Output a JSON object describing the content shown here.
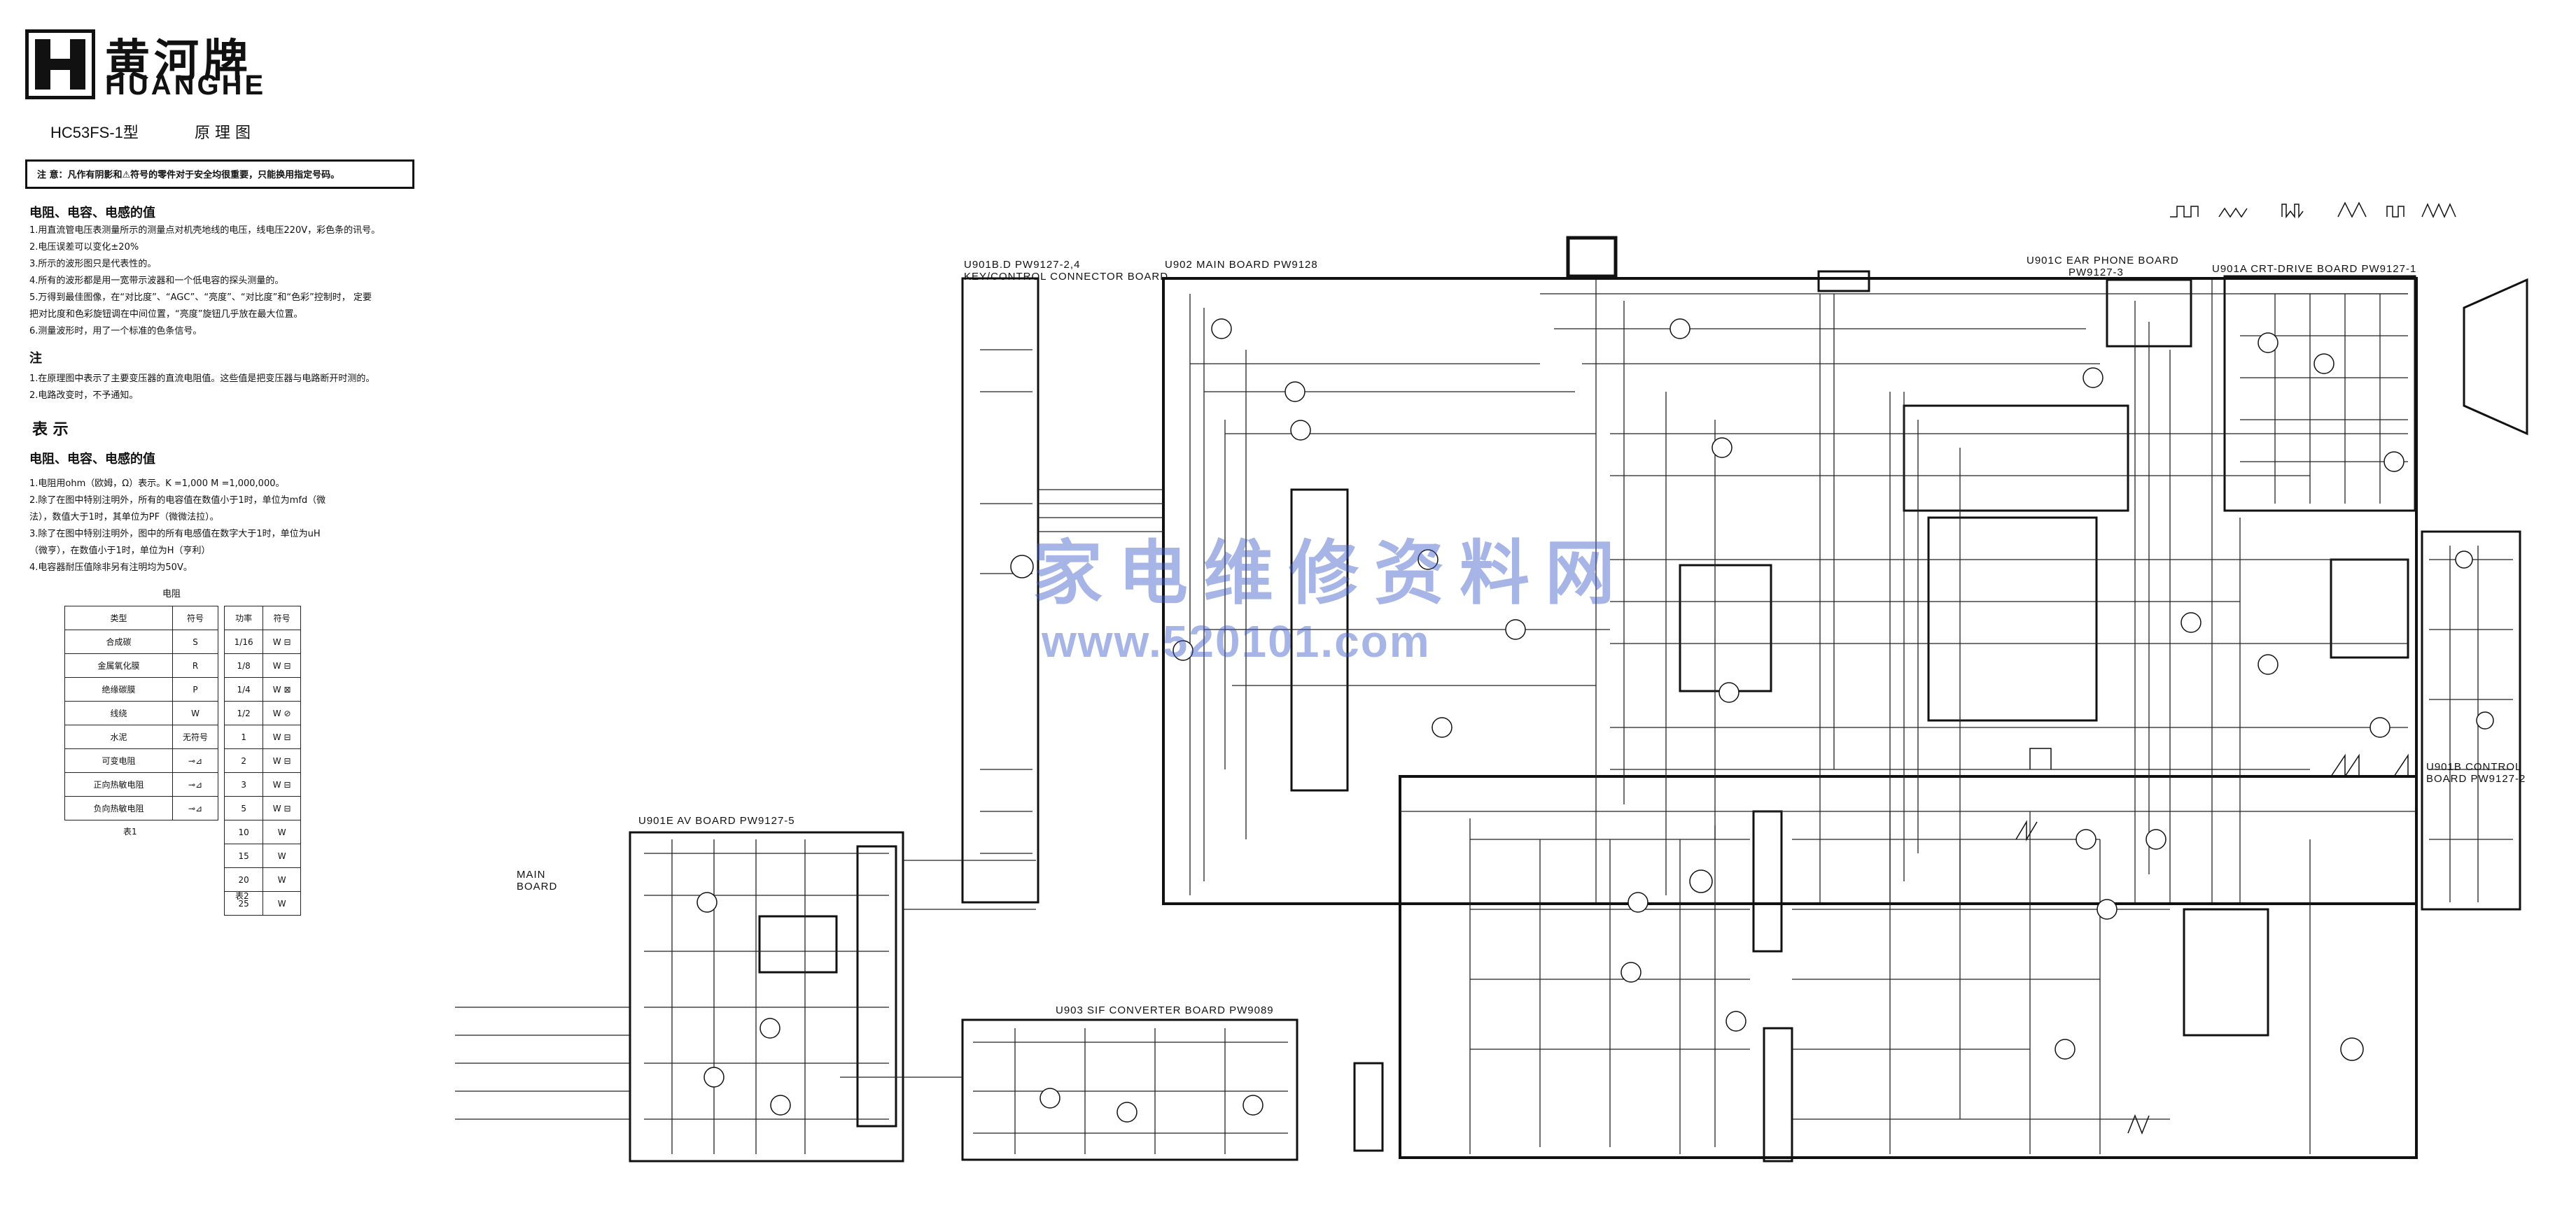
{
  "brand": {
    "name_cn": "黄河牌",
    "name_en": "HUANGHE"
  },
  "doc": {
    "model": "HC53FS-1型",
    "title": "原 理 图",
    "warning": "注  意：凡作有阴影和⚠符号的零件对于安全均很重要，只能换用指定号码。"
  },
  "notes": {
    "section1_title": "电阻、电容、电感的值",
    "section1_lines": [
      "1.用直流管电压表测量所示的测量点对机壳地线的电压，线电压220V，彩色条的讯号。",
      "2.电压误差可以变化±20%",
      "3.所示的波形图只是代表性的。",
      "4.所有的波形都是用一宽带示波器和一个低电容的探头测量的。",
      "5.万得到最佳图像，在“对比度”、“AGC”、“亮度”、“对比度”和“色彩”控制时，    定要",
      "   把对比度和色彩旋钮调在中间位置，“亮度”旋钮几乎放在最大位置。",
      "6.测量波形时，用了一个标准的色条信号。"
    ],
    "section2_title": "注",
    "section2_lines": [
      "1.在原理图中表示了主要变压器的直流电阻值。这些值是把变压器与电路断开时测的。",
      "2.电路改变时，不予通知。"
    ],
    "section3_title": "表  示",
    "section4_title": "电阻、电容、电感的值",
    "section4_lines": [
      "1.电阻用ohm（欧姆，Ω）表示。K =1,000 M =1,000,000。",
      "2.除了在图中特别注明外，所有的电容值在数值小于1时，单位为mfd（微",
      "   法），数值大于1时，其单位为PF（微微法拉）。",
      "3.除了在图中特别注明外，图中的所有电感值在数字大于1时，单位为uH",
      "   （微亨），在数值小于1时，单位为H（亨利）",
      "4.电容器耐压值除非另有注明均为50V。"
    ]
  },
  "table1": {
    "caption": "电阻",
    "headers": [
      "类型",
      "符号"
    ],
    "rows": [
      [
        "合成碳",
        "S"
      ],
      [
        "金属氧化膜",
        "R"
      ],
      [
        "绝缘碳膜",
        "P"
      ],
      [
        "线绕",
        "W"
      ],
      [
        "水泥",
        "无符号"
      ],
      [
        "可变电阻",
        ""
      ],
      [
        "正向热敏电阻",
        ""
      ],
      [
        "负向热敏电阻",
        ""
      ]
    ],
    "label": "表1"
  },
  "table2": {
    "headers": [
      "功率",
      "符号"
    ],
    "rows": [
      [
        "1/16",
        "W"
      ],
      [
        "1/8",
        "W"
      ],
      [
        "1/4",
        "W"
      ],
      [
        "1/2",
        "W"
      ],
      [
        "1",
        "W"
      ],
      [
        "2",
        "W"
      ],
      [
        "3",
        "W"
      ],
      [
        "5",
        "W"
      ],
      [
        "10",
        "W"
      ],
      [
        "15",
        "W"
      ],
      [
        "20",
        "W"
      ],
      [
        "25",
        "W"
      ]
    ],
    "label": "表2"
  },
  "boards": {
    "key_control": [
      "U901B.D  PW9127-2,4",
      "KEY/CONTROL CONNECTOR BOARD"
    ],
    "main": "U902 MAIN BOARD PW9128",
    "ear_phone": [
      "U901C EAR PHONE BOARD",
      "PW9127-3"
    ],
    "crt_drive": "U901A CRT-DRIVE BOARD PW9127-1",
    "control": [
      "U901B CONTROL",
      "BOARD PW9127-2"
    ],
    "av": "U901E AV BOARD PW9127-5",
    "sif": "U903 SIF CONVERTER BOARD PW9089",
    "main_board_label": [
      "MAIN",
      "BOARD"
    ]
  },
  "watermark": {
    "cn": "家电维修资料网",
    "url": "www.520101.com"
  }
}
